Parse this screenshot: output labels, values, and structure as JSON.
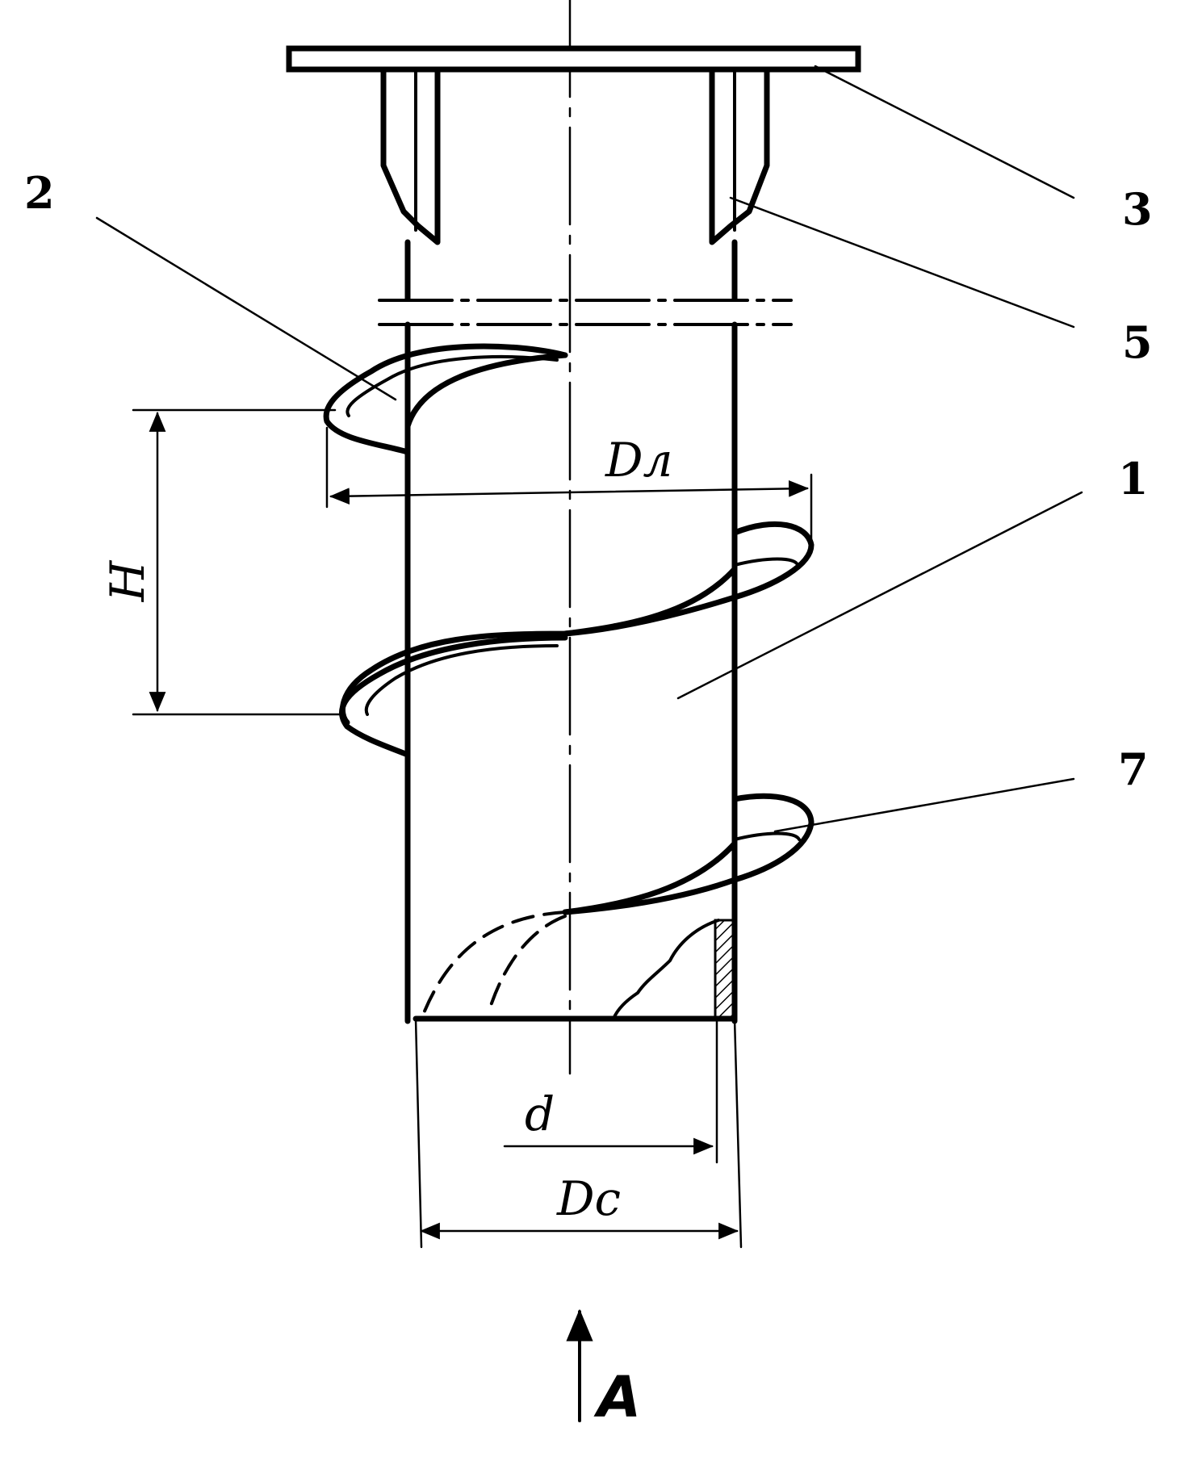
{
  "labels": {
    "part_1": "1",
    "part_2": "2",
    "part_3": "3",
    "part_5": "5",
    "part_7": "7",
    "dim_H": "H",
    "dim_Dl": "Dл",
    "dim_d": "d",
    "dim_Dc": "Dc",
    "view_A": "A"
  }
}
